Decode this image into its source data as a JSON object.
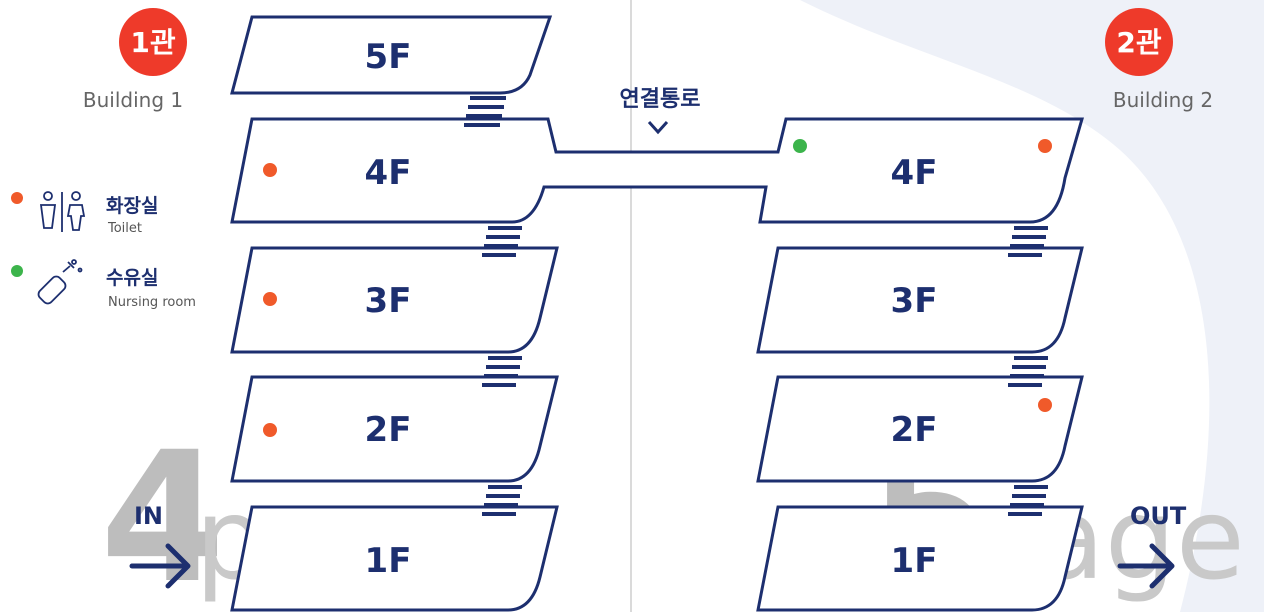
{
  "colors": {
    "navy": "#1d2f6f",
    "badge_red": "#ee3a2a",
    "toilet_dot": "#f05a2a",
    "nursing_dot": "#3cb44b",
    "watermark_gray": "#bdbdbd",
    "bg_swoosh": "#eef1f8"
  },
  "building1": {
    "badge": "1관",
    "label": "Building 1",
    "floors": [
      {
        "label": "5F",
        "toilet": false
      },
      {
        "label": "4F",
        "toilet": true
      },
      {
        "label": "3F",
        "toilet": true
      },
      {
        "label": "2F",
        "toilet": true
      },
      {
        "label": "1F",
        "toilet": false
      }
    ]
  },
  "building2": {
    "badge": "2관",
    "label": "Building 2",
    "floors": [
      {
        "label": "4F",
        "toilet": true,
        "nursing": true
      },
      {
        "label": "3F",
        "toilet": false
      },
      {
        "label": "2F",
        "toilet": true
      },
      {
        "label": "1F",
        "toilet": false
      }
    ]
  },
  "corridor": {
    "label": "연결통로",
    "arrow_icon": "chevron-down-icon"
  },
  "legend": [
    {
      "dot_color": "#f05a2a",
      "icon": "toilet-icon",
      "korean": "화장실",
      "english": "Toilet"
    },
    {
      "dot_color": "#3cb44b",
      "icon": "baby-bottle-icon",
      "korean": "수유실",
      "english": "Nursing room"
    }
  ],
  "entry": {
    "label": "IN",
    "icon": "arrow-right-icon"
  },
  "exit": {
    "label": "OUT",
    "icon": "arrow-right-icon"
  },
  "page_marks": [
    {
      "number": "4",
      "word": "page"
    },
    {
      "number": "5",
      "word": "page"
    }
  ]
}
